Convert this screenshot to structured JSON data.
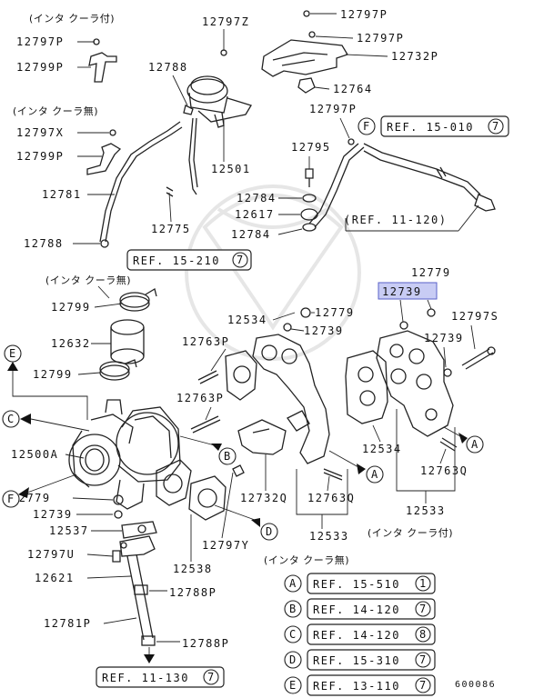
{
  "labels": {
    "l12797z": "12797Z",
    "l12797p_a": "12797P",
    "l12797p_b": "12797P",
    "l12732p": "12732P",
    "l12764": "12764",
    "l12797p_c": "12797P",
    "l12797p_d": "12797P",
    "l12799p_a": "12799P",
    "l12788_a": "12788",
    "l12501": "12501",
    "l12797x": "12797X",
    "l12799p_b": "12799P",
    "l12781": "12781",
    "l12775": "12775",
    "l12788_b": "12788",
    "l12795": "12795",
    "l12784_a": "12784",
    "l12617": "12617",
    "l12784_b": "12784",
    "l12779_a": "12779",
    "l12739_hl": "12739",
    "l12797s": "12797S",
    "l12799_a": "12799",
    "l12779_b": "12779",
    "l12534_a": "12534",
    "l12739_a": "12739",
    "l12739_b": "12739",
    "l12632": "12632",
    "l12763p_a": "12763P",
    "l12799_b": "12799",
    "l12763p_b": "12763P",
    "l12500a": "12500A",
    "l12534_b": "12534",
    "l12732q": "12732Q",
    "l12763q_a": "12763Q",
    "l12763q_b": "12763Q",
    "l12779_c": "12779",
    "l12739_c": "12739",
    "l12537": "12537",
    "l12533_a": "12533",
    "l12533_b": "12533",
    "l12797y": "12797Y",
    "l12797u": "12797U",
    "l12538": "12538",
    "l12621": "12621",
    "l12788p_a": "12788P",
    "l12781p": "12781P",
    "l12788p_b": "12788P",
    "diagram_no": "600086"
  },
  "japanese": {
    "inter_cooler_with": "(インタ クーラ付)",
    "inter_cooler_without_a": "(インタ クーラ無)",
    "inter_cooler_without_b": "(インタ クーラ無)",
    "inter_cooler_with_b": "(インタ クーラ付)",
    "inter_cooler_without_c": "(インタ クーラ無)"
  },
  "refs_inline": {
    "f_ref": {
      "letter": "F",
      "text": "REF. 15-010",
      "num": "7"
    },
    "ref_11_120": {
      "text": "(REF. 11-120)"
    },
    "ref_15_210": {
      "text": "REF. 15-210",
      "num": "7"
    },
    "ref_11_130": {
      "text": "REF. 11-130",
      "num": "7"
    }
  },
  "callouts": {
    "e": "E",
    "c": "C",
    "f": "F",
    "b": "B",
    "d": "D",
    "a": "A"
  },
  "legend": [
    {
      "letter": "A",
      "text": "REF. 15-510",
      "num": "1"
    },
    {
      "letter": "B",
      "text": "REF. 14-120",
      "num": "7"
    },
    {
      "letter": "C",
      "text": "REF. 14-120",
      "num": "8"
    },
    {
      "letter": "D",
      "text": "REF. 15-310",
      "num": "7"
    },
    {
      "letter": "E",
      "text": "REF. 13-110",
      "num": "7"
    }
  ]
}
